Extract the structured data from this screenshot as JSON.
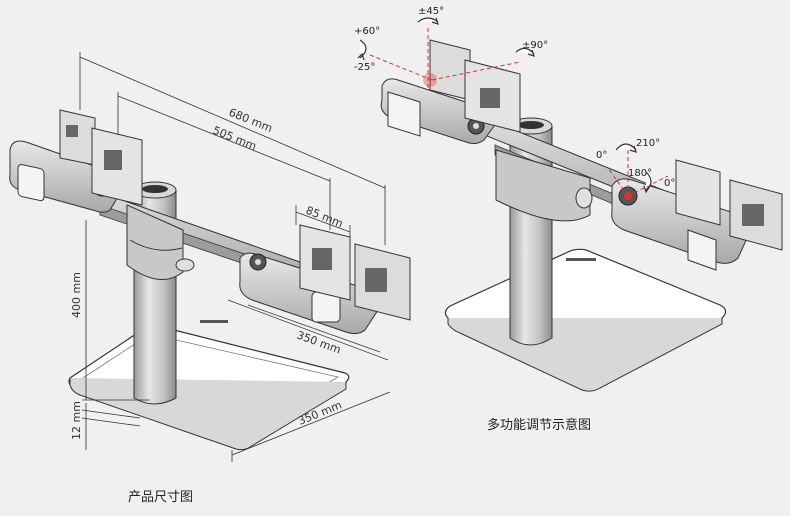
{
  "left_figure": {
    "caption": "产品尺寸图",
    "dimensions": {
      "width_680": "680 mm",
      "width_505": "505 mm",
      "vesa_85": "85 mm",
      "height_400": "400 mm",
      "base_depth_350": "350 mm",
      "base_width_350": "350 mm",
      "base_thickness_12": "12 mm"
    }
  },
  "right_figure": {
    "caption": "多功能调节示意图",
    "angles": {
      "tilt_up": "+60°",
      "tilt_down": "-25°",
      "swivel_45": "±45°",
      "rotate_90": "±90°",
      "pivot_0_left": "0°",
      "pivot_210": "210°",
      "pivot_180": "180°",
      "pivot_0_right": "0°"
    }
  },
  "colors": {
    "background": "#f0f0f0",
    "line": "#333333",
    "pole": "#c9c9c9",
    "accent_red": "#e03030"
  }
}
